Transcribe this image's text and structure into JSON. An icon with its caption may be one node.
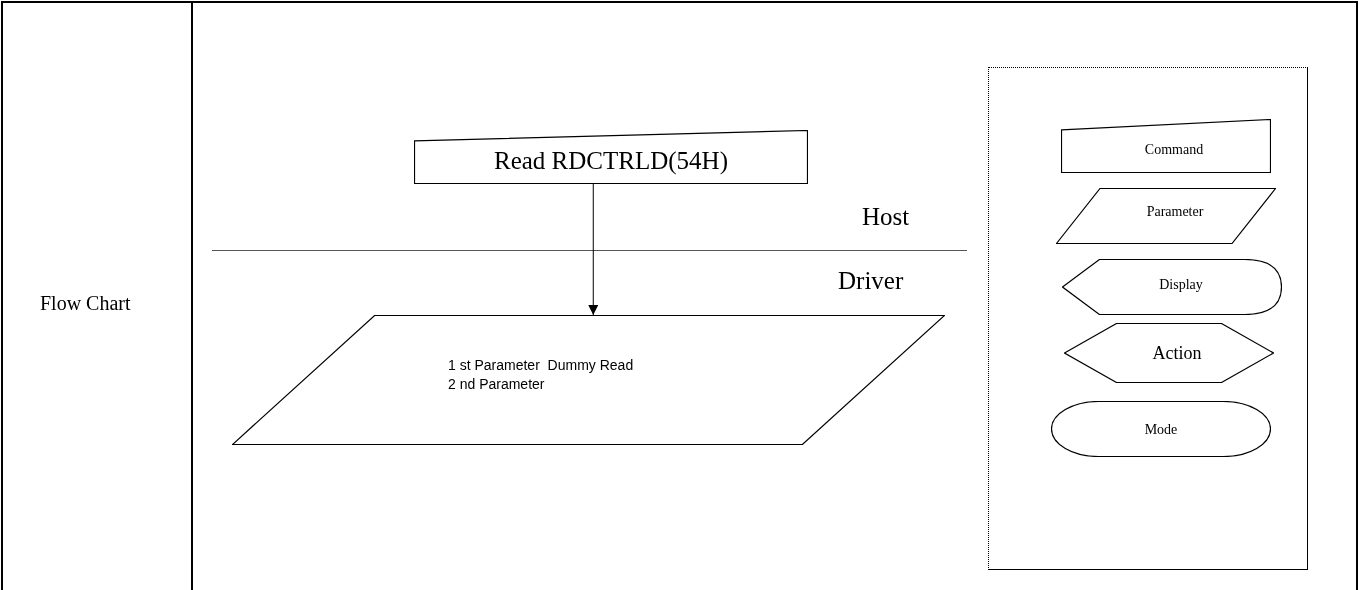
{
  "diagram": {
    "nodes": [
      {
        "text": [
          "Read RDCTRLD(54H)"
        ]
      },
      {
        "text": [
          "1 st Parameter  Dummy Read",
          "2 nd Parameter"
        ]
      },
      {
        "text": [],
        "shape": "box"
      },
      {
        "text": [
          "Command"
        ],
        "in": 2
      },
      {
        "text": [
          "Parameter"
        ],
        "in": 2
      },
      {
        "text": [
          "Display"
        ],
        "in": 2
      },
      {
        "text": [
          "Action"
        ],
        "in": 2
      },
      {
        "text": [
          "Mode"
        ],
        "in": 2
      }
    ],
    "edges": [
      {
        "from": 0,
        "to": 1,
        "arrow": "to"
      }
    ],
    "labels": [
      "Flow Chart",
      "Host",
      "Driver"
    ]
  }
}
